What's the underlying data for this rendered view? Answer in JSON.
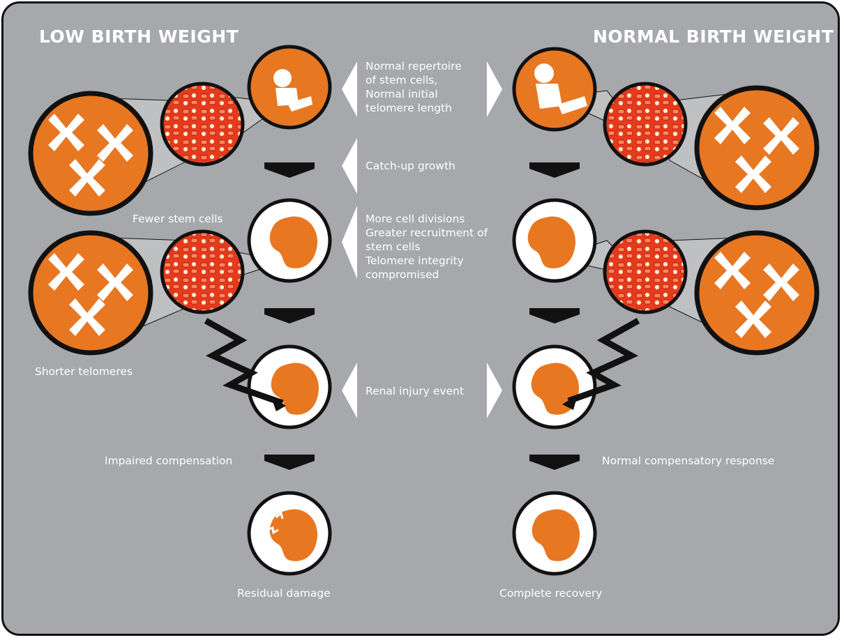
{
  "headings": {
    "left": "LOW BIRTH WEIGHT",
    "right": "NORMAL BIRTH WEIGHT"
  },
  "center_steps": [
    "Normal repertoire\nof stem cells,\nNormal initial\ntelomere length",
    "Catch-up growth",
    "More cell divisions\nGreater recruitment of\nstem cells\nTelomere integrity\ncompromised",
    "Renal injury event"
  ],
  "left_labels": {
    "stem_cells": "Fewer stem cells",
    "telomeres": "Shorter telomeres",
    "compensation": "Impaired compensation",
    "outcome": "Residual damage"
  },
  "right_labels": {
    "compensation": "Normal compensatory response",
    "outcome": "Complete recovery"
  },
  "colors": {
    "background": "#a6a8ab",
    "orange": "#e87722",
    "cell_red": "#e63a1e",
    "outline": "#111111"
  }
}
